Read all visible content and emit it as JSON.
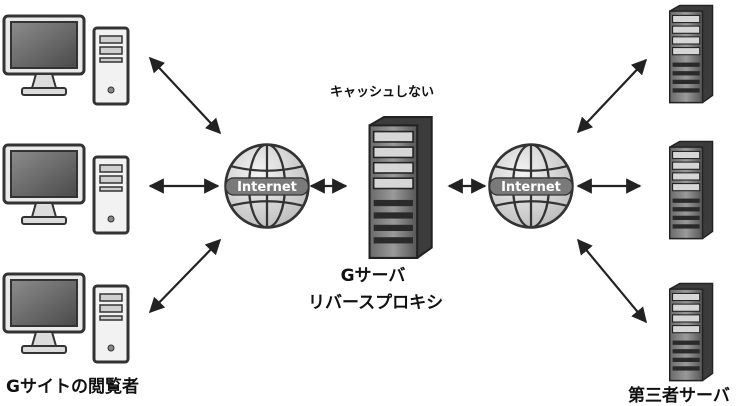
{
  "labels": {
    "viewers": "Gサイトの閲覧者",
    "third_party_servers": "第三者サーバ",
    "no_cache": "キャッシュしない",
    "proxy_line1": "Gサーバ",
    "proxy_line2": "リバースプロキシ"
  },
  "internet_label": "Internet",
  "icons": {
    "client": "desktop-pc-icon",
    "network": "internet-globe-icon",
    "server": "server-tower-icon"
  }
}
